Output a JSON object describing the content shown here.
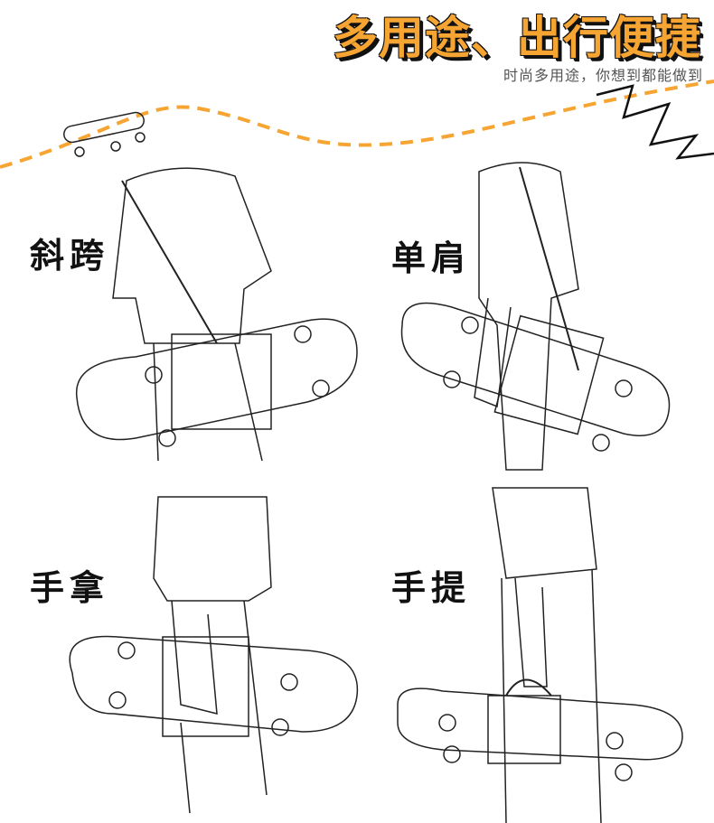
{
  "header": {
    "title": "多用途、出行便捷",
    "subtitle": "时尚多用途，你想到都能做到"
  },
  "panels": [
    {
      "label": "斜跨"
    },
    {
      "label": "单肩"
    },
    {
      "label": "手拿"
    },
    {
      "label": "手提"
    }
  ],
  "colors": {
    "accent": "#f7a532",
    "line": "#222222"
  }
}
